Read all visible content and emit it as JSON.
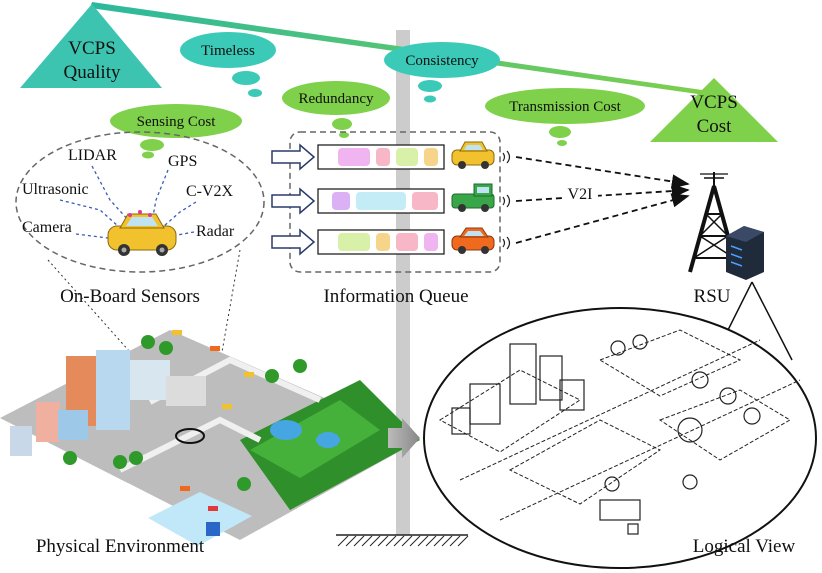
{
  "labels": {
    "vcps_quality": [
      "VCPS",
      "Quality"
    ],
    "vcps_cost": [
      "VCPS",
      "Cost"
    ],
    "timeless": "Timeless",
    "consistency": "Consistency",
    "redundancy": "Redundancy",
    "sensing_cost": "Sensing Cost",
    "transmission_cost": "Transmission Cost",
    "sensors": {
      "lidar": "LIDAR",
      "gps": "GPS",
      "ultrasonic": "Ultrasonic",
      "cv2x": "C-V2X",
      "camera": "Camera",
      "radar": "Radar"
    },
    "onboard_sensors": "On-Board Sensors",
    "information_queue": "Information Queue",
    "v2i": "V2I",
    "rsu": "RSU",
    "physical_environment": "Physical Environment",
    "logical_view": "Logical View"
  },
  "colors": {
    "teal": "#3cc4b0",
    "green_bubble": "#7fd04a",
    "teal_bubble": "#3ccab8",
    "car_yellow": "#f2c12e",
    "car_green": "#3aa64a",
    "car_orange": "#ef6a1e",
    "pole": "#c8c8c8",
    "tower": "#111111"
  },
  "queues": [
    {
      "car": "yellow",
      "blocks": [
        "#f0b4f0",
        "#f7b7c7",
        "#d8f0a8",
        "#f6d58a"
      ]
    },
    {
      "car": "green",
      "blocks": [
        "#dcb0f5",
        "#c4ecf7",
        "#f7b7c7"
      ]
    },
    {
      "car": "orange",
      "blocks": [
        "#d8f0a8",
        "#f6d58a",
        "#f7b7c7",
        "#f0b4f0"
      ]
    }
  ]
}
